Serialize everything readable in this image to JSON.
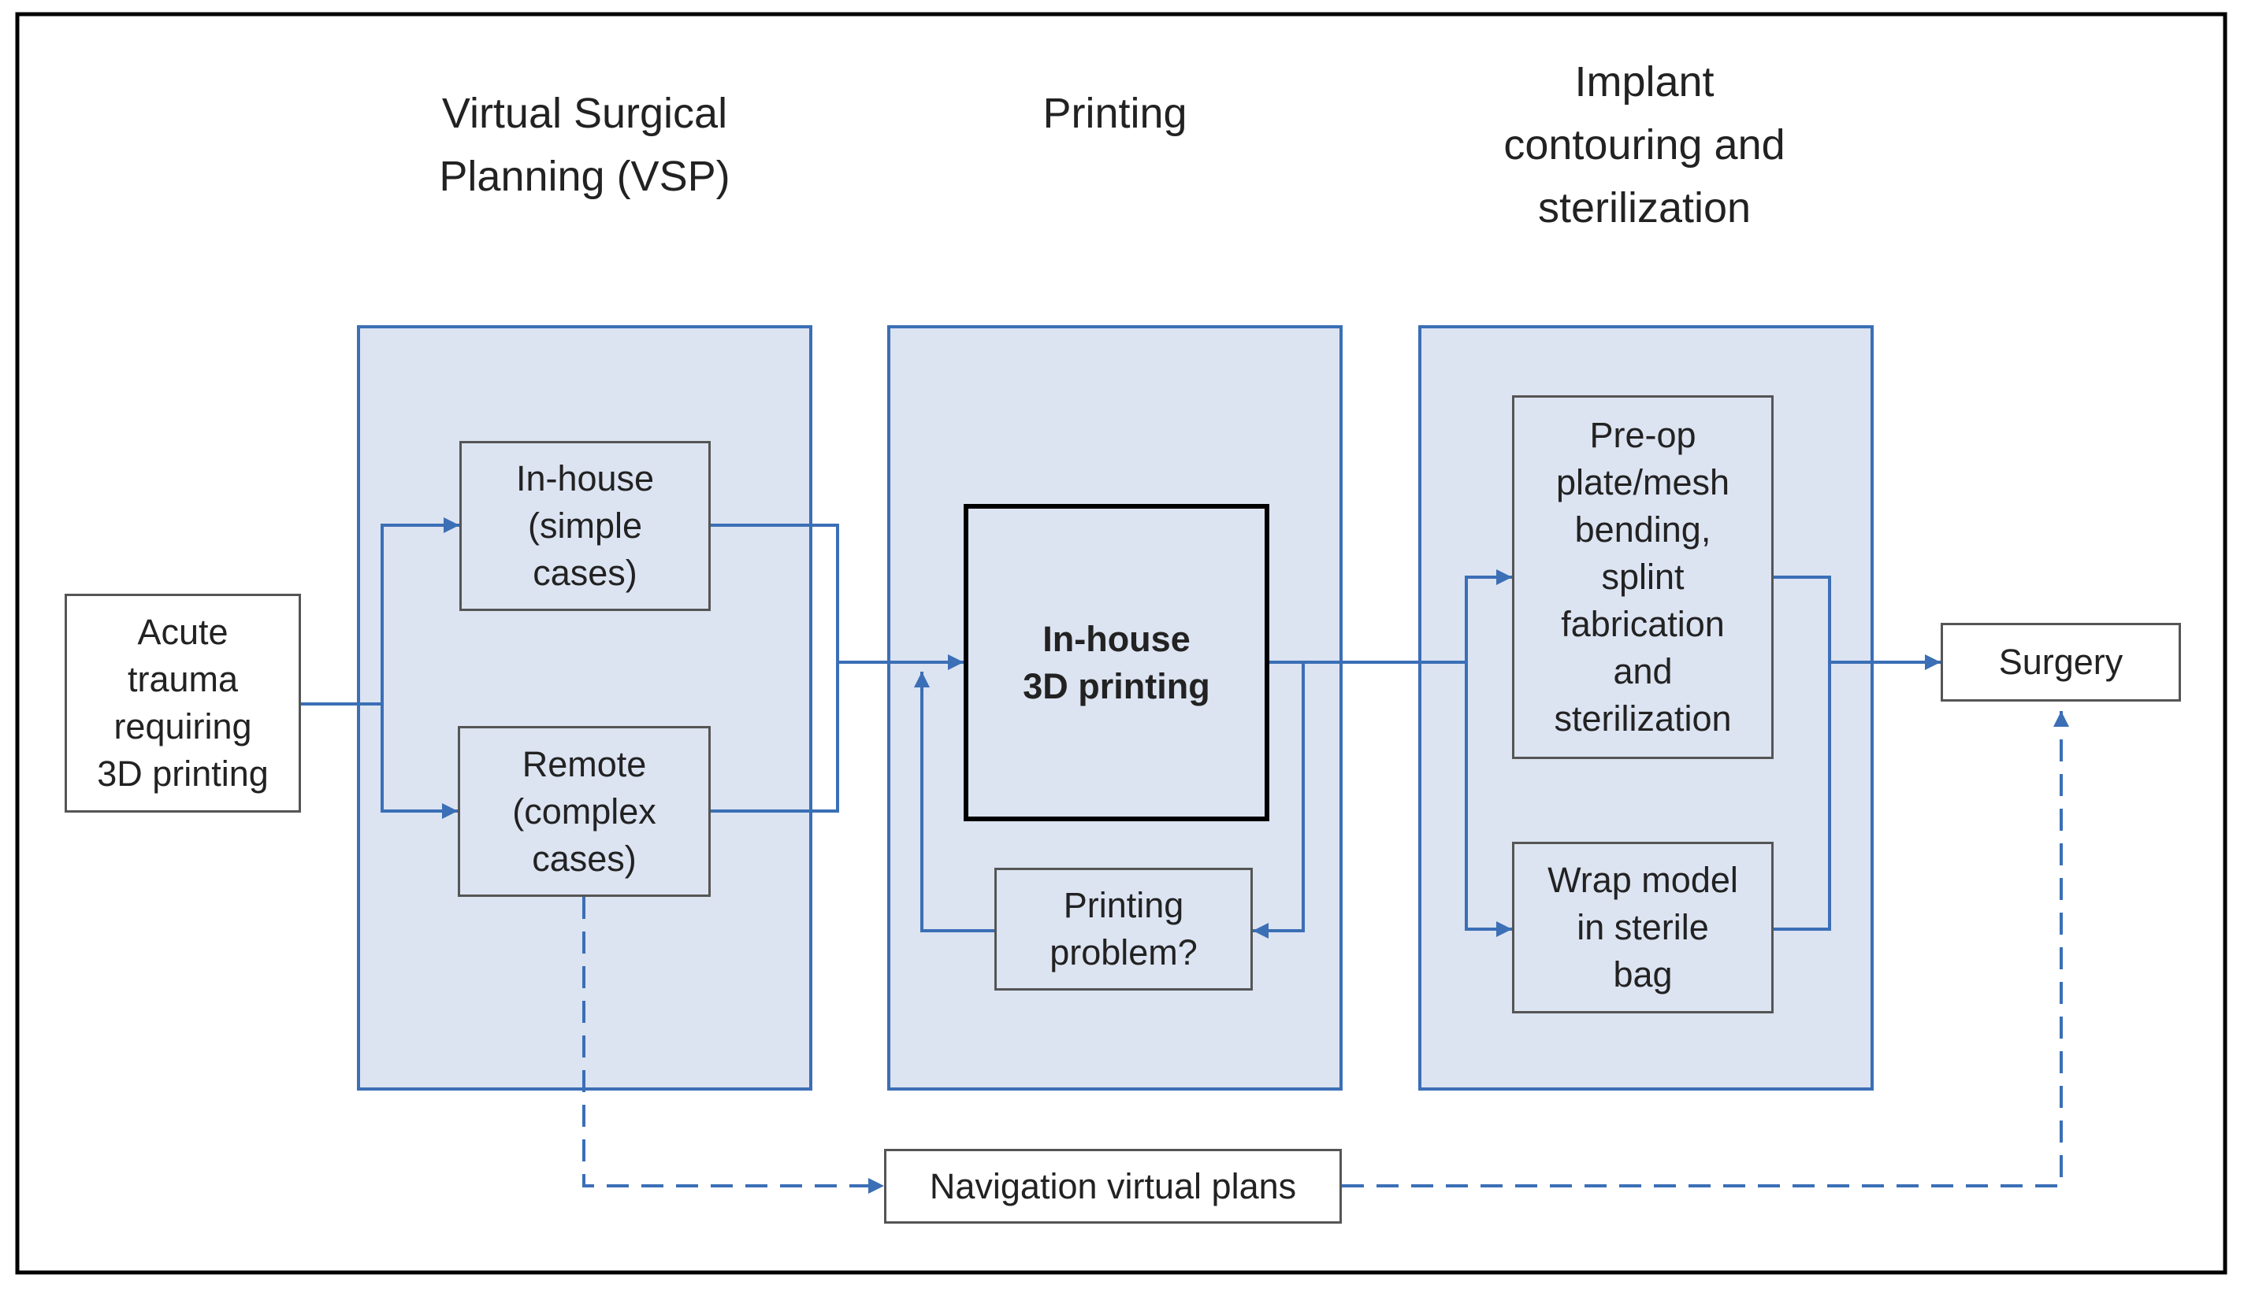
{
  "headings": {
    "vsp": "Virtual Surgical\nPlanning (VSP)",
    "printing": "Printing",
    "implant": "Implant\ncontouring and\nsterilization"
  },
  "nodes": {
    "acute": "Acute\ntrauma\nrequiring\n3D printing",
    "inhouse_vsp": "In-house\n(simple\ncases)",
    "remote_vsp": "Remote\n(complex\ncases)",
    "inhouse_printing": "In-house\n3D printing",
    "printing_problem": "Printing\nproblem?",
    "preop": "Pre-op\nplate/mesh\nbending,\nsplint\nfabrication\nand\nsterilization",
    "wrap": "Wrap model\nin sterile\nbag",
    "surgery": "Surgery",
    "navigation": "Navigation virtual plans"
  },
  "colors": {
    "arrow": "#3b6fb6",
    "panel_fill": "#dce3f1",
    "panel_border": "#3b6fb6",
    "frame": "#000000"
  }
}
